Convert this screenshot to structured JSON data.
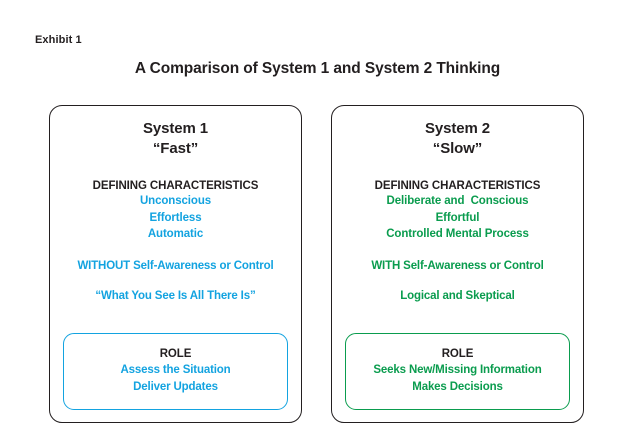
{
  "exhibit": {
    "label": "Exhibit 1",
    "title": "A Comparison of System 1 and System 2 Thinking"
  },
  "colors": {
    "system1_accent": "#13a3e0",
    "system2_accent": "#0a9c4e",
    "text": "#231f20",
    "card_border": "#231f20",
    "background": "#ffffff"
  },
  "cards": [
    {
      "name": "system-1",
      "heading_line1": "System 1",
      "heading_line2": "“Fast”",
      "section_title": "DEFINING CHARACTERISTICS",
      "traits": "Unconscious\nEffortless\nAutomatic",
      "statement1": "WITHOUT Self-Awareness or Control",
      "statement2": "“What You See Is All There Is”",
      "role_title": "ROLE",
      "role_items": "Assess the Situation\nDeliver Updates"
    },
    {
      "name": "system-2",
      "heading_line1": "System 2",
      "heading_line2": "“Slow”",
      "section_title": "DEFINING CHARACTERISTICS",
      "traits": "Deliberate and  Conscious\nEffortful\nControlled Mental Process",
      "statement1": "WITH Self-Awareness or Control",
      "statement2": "Logical and Skeptical",
      "role_title": "ROLE",
      "role_items": "Seeks New/Missing Information\nMakes Decisions"
    }
  ]
}
